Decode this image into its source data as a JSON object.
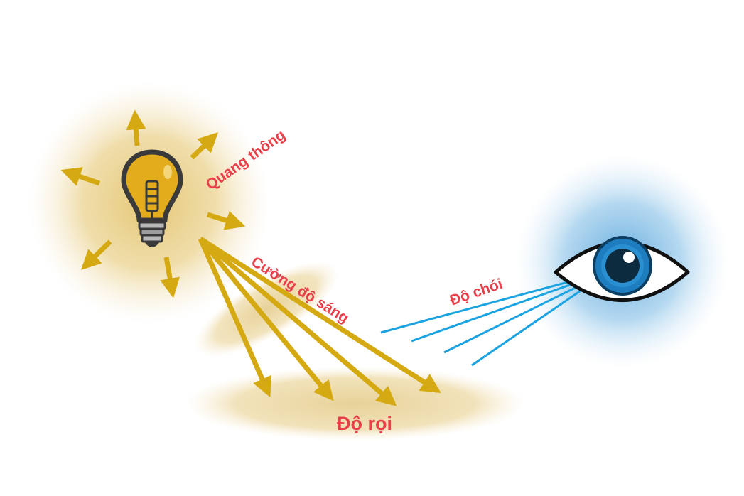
{
  "labels": {
    "luminous_flux": "Quang thông",
    "luminous_intensity": "Cường độ sáng",
    "luminance": "Độ chói",
    "illuminance": "Độ rọi"
  },
  "icons": {
    "light_source": "light-bulb-icon",
    "observer": "eye-icon"
  },
  "colors": {
    "label_text": "#e8404a",
    "arrow": "#d4a912",
    "glow": "#e0bf5a",
    "bulb_glass": "#e3ac1c",
    "bulb_outline": "#3a3a3a",
    "eye_iris": "#1e7dbf",
    "eye_glow": "#6fb0dd",
    "sight_lines": "#1aa3e0"
  }
}
